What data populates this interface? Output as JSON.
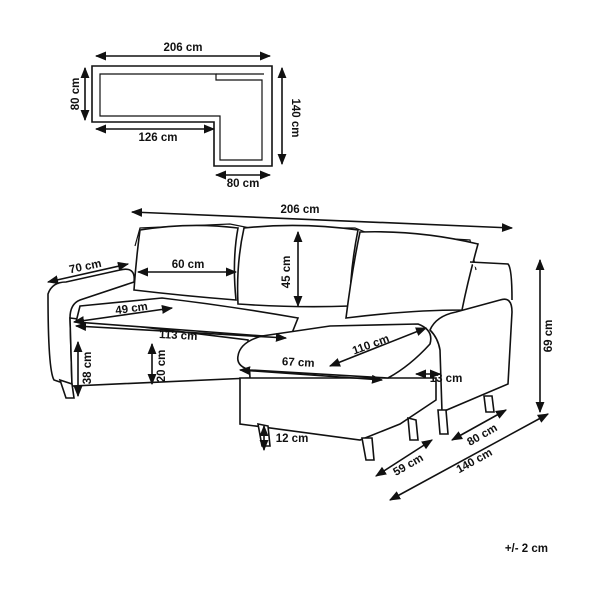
{
  "top_view": {
    "overall_width": "206 cm",
    "depth": "80 cm",
    "seat_width": "126 cm",
    "chaise_length": "140 cm",
    "chaise_width": "80 cm"
  },
  "front_view": {
    "overall_width": "206 cm",
    "arm_width": "70 cm",
    "cushion_width": "60 cm",
    "cushion_height": "45 cm",
    "seat_depth": "49 cm",
    "seat_width": "113 cm",
    "seat_height": "38 cm",
    "seat_thickness": "20 cm",
    "chaise_depth": "67 cm",
    "chaise_length_inner": "110 cm",
    "arm_thickness": "13 cm",
    "total_height": "69 cm",
    "leg_height": "12 cm",
    "chaise_width": "59 cm",
    "depth": "80 cm",
    "chaise_total_length": "140 cm"
  },
  "tolerance": "+/- 2 cm"
}
